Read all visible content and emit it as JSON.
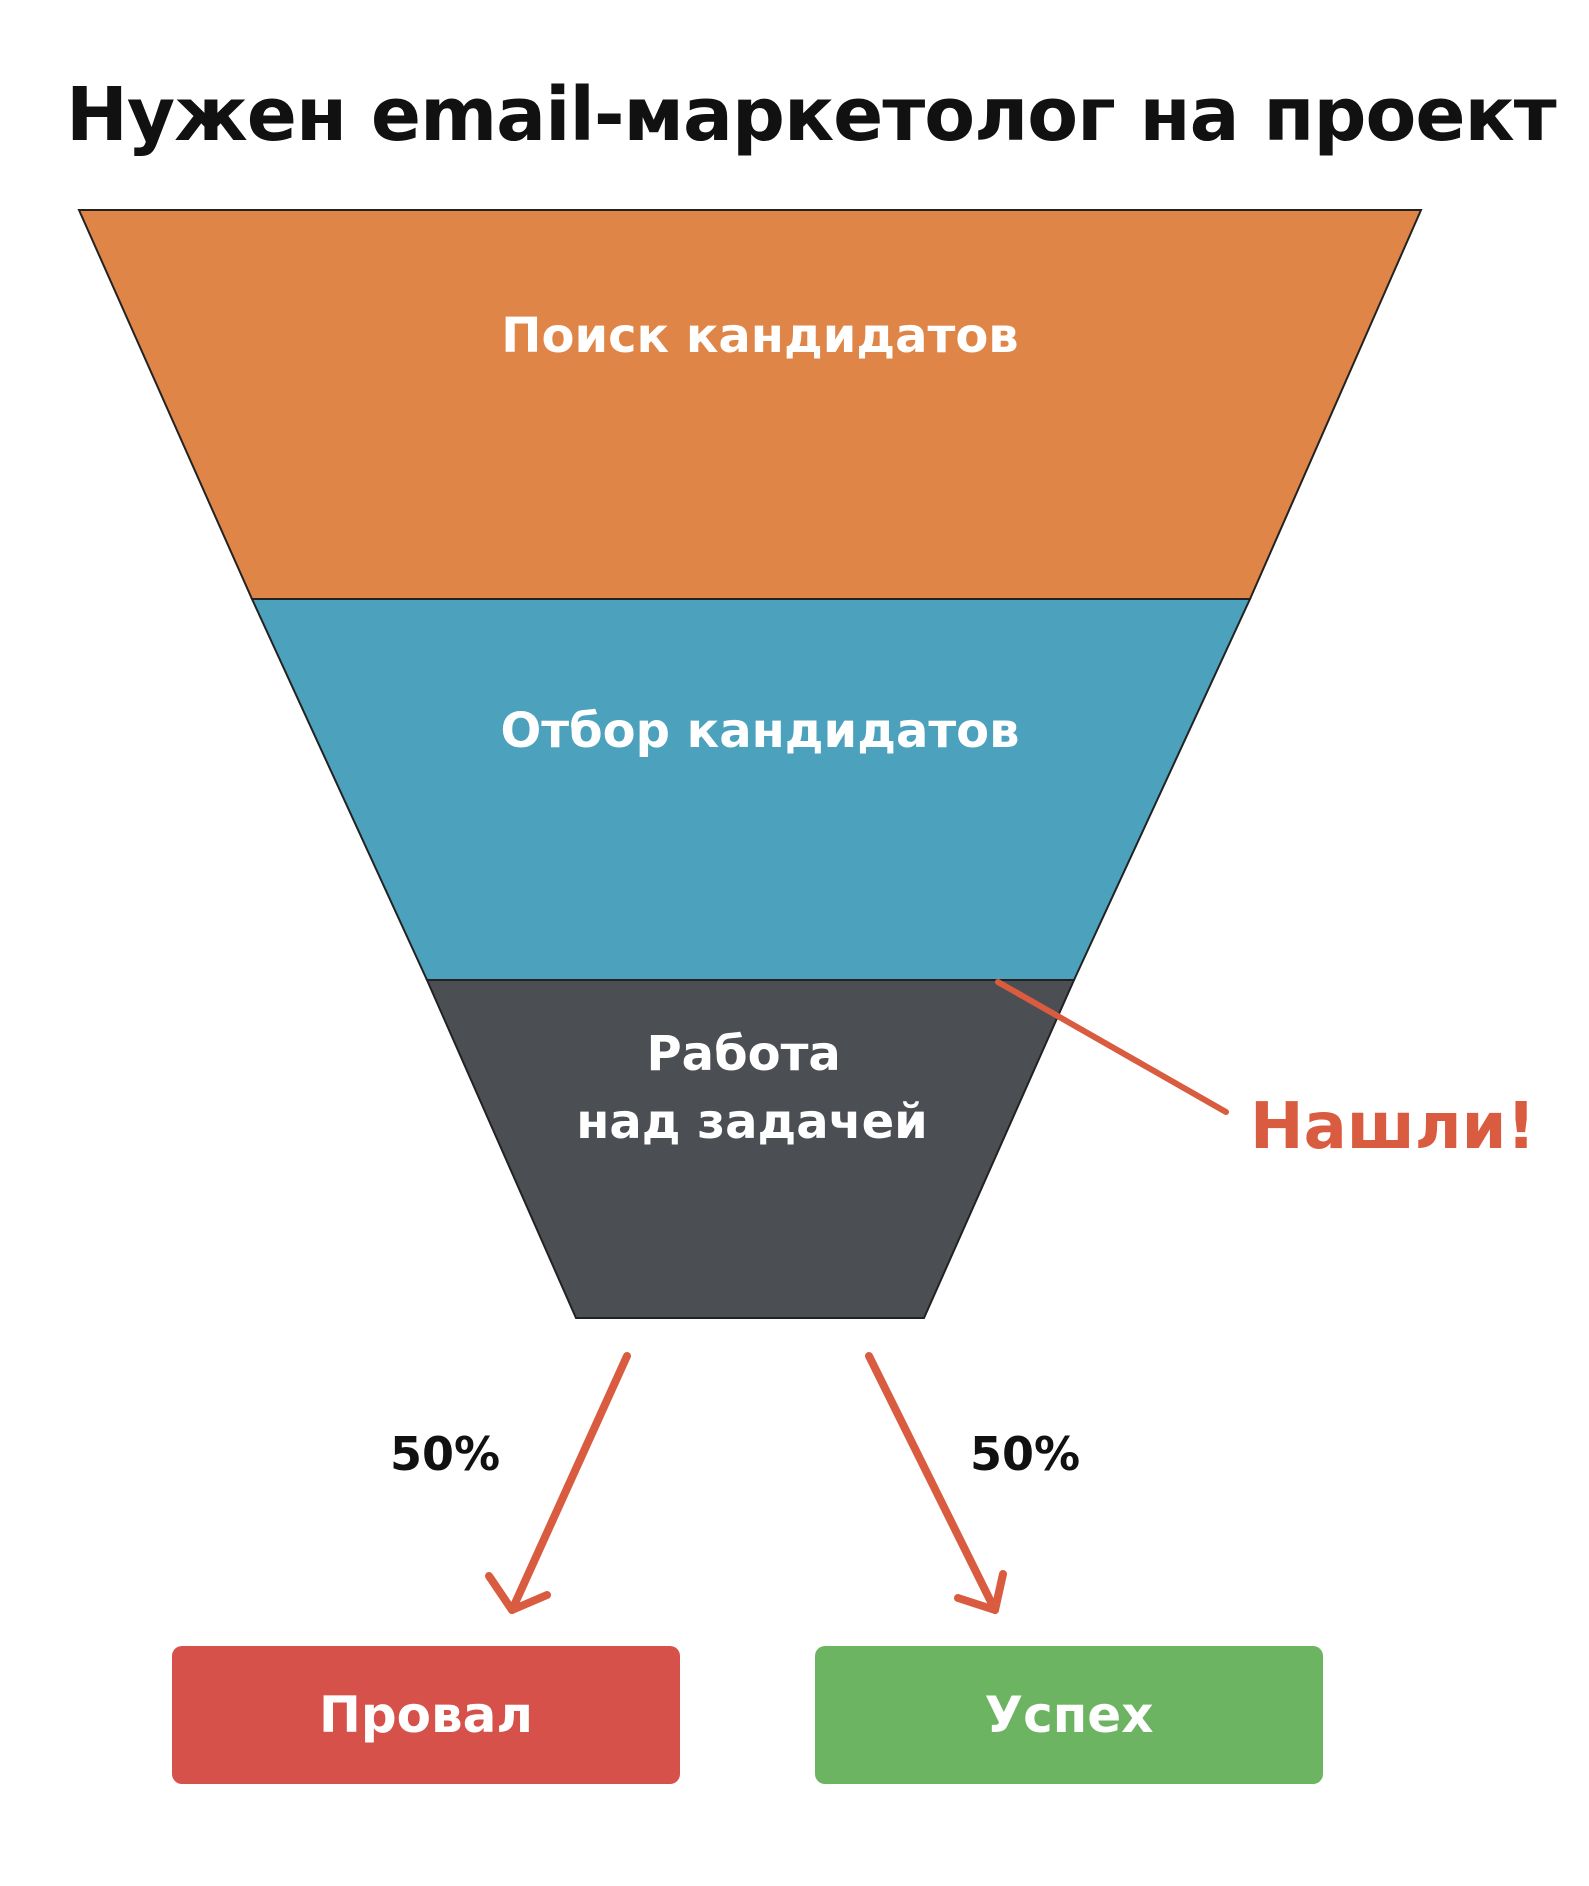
{
  "title": "Нужен email-маркетолог на проект",
  "funnel": {
    "stages": [
      {
        "label_lines": [
          "Поиск кандидатов"
        ],
        "color": "#DE8547"
      },
      {
        "label_lines": [
          "Отбор кандидатов"
        ],
        "color": "#4CA1BD"
      },
      {
        "label_lines": [
          "Работа",
          "над задачей"
        ],
        "color": "#4B4F54"
      }
    ],
    "outline_color": "#222222"
  },
  "callout": {
    "text": "Нашли!",
    "color": "#D95B40"
  },
  "branches": [
    {
      "percent": "50%",
      "result": "Провал",
      "color": "#D5514A"
    },
    {
      "percent": "50%",
      "result": "Успех",
      "color": "#6DB462"
    }
  ],
  "arrow_color": "#D95B40"
}
